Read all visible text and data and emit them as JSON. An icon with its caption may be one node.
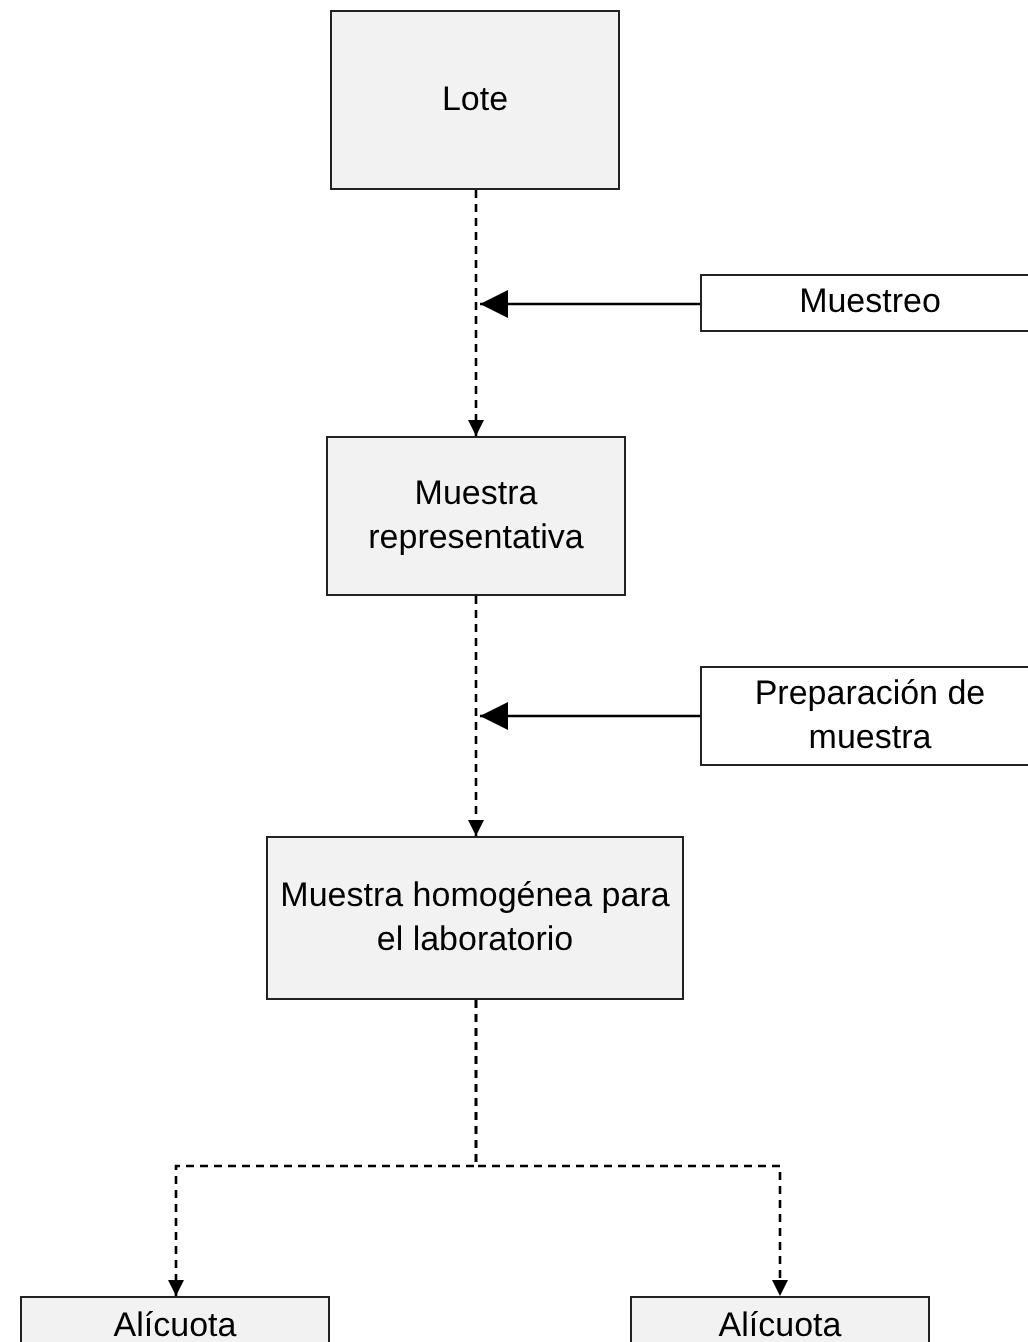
{
  "diagram": {
    "nodes": [
      {
        "text": [
          "Lote"
        ]
      },
      {
        "text": [
          "Muestreo"
        ]
      },
      {
        "text": [
          "Muestra representativa"
        ]
      },
      {
        "text": [
          "Preparación de muestra"
        ]
      },
      {
        "text": [
          "Muestra homogénea para el laboratorio"
        ]
      },
      {
        "text": [
          "Alícuota"
        ]
      },
      {
        "text": [
          "Alícuota"
        ]
      }
    ],
    "edges": [
      {
        "from": 0,
        "to": 2,
        "arrow": "to",
        "style": "dashed"
      },
      {
        "from": 1,
        "to": null,
        "arrow": "to"
      },
      {
        "from": 2,
        "to": 4,
        "arrow": "to",
        "style": "dashed"
      },
      {
        "from": 3,
        "to": null,
        "arrow": "to"
      },
      {
        "from": 4,
        "to": 5,
        "arrow": "to",
        "style": "dashed"
      },
      {
        "from": 4,
        "to": 6,
        "arrow": "to",
        "style": "dashed"
      }
    ]
  }
}
